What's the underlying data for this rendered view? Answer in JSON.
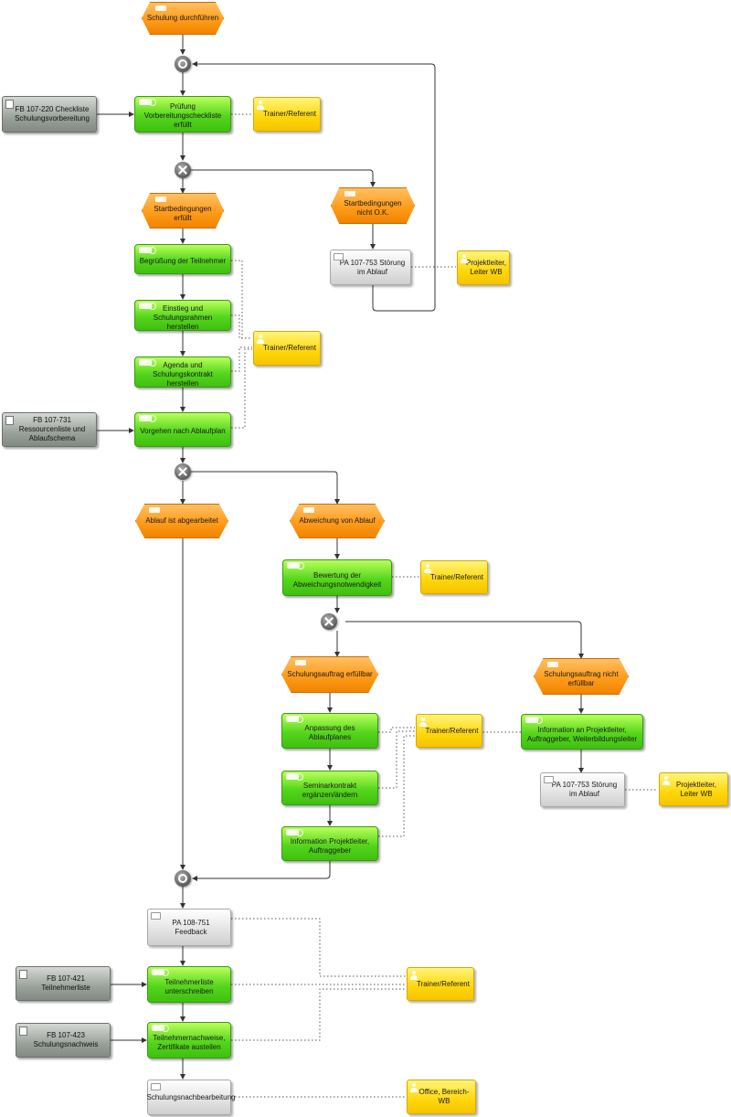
{
  "events": {
    "start": "Schulung durchführen",
    "startbedingungen_erfuellt": "Startbedingungen erfüllt",
    "startbedingungen_nicht_ok": "Startbedingungen nicht O.K.",
    "ablauf_abgearbeitet": "Ablauf ist abgearbeitet",
    "abweichung": "Abweichung von Ablauf",
    "auftrag_erfuellbar": "Schulungsauftrag erfüllbar",
    "auftrag_nicht_erfuellbar": "Schulungsauftrag nicht erfüllbar"
  },
  "functions": {
    "pruefung": "Prüfung Vorbereitungscheckliste erfüllt",
    "begruessung": "Begrüßung der Teilnehmer",
    "einstieg": "Einstieg und Schulungsrahmen herstellen",
    "agenda": "Agenda und Schulungskontrakt herstellen",
    "vorgehen": "Vorgehen nach Ablaufplan",
    "bewertung": "Bewertung der Abweichungsnotwendigkeit",
    "anpassung": "Anpassung des Ablaufplanes",
    "seminarkontrakt": "Seminarkontrakt ergänzen/ändern",
    "info_pl": "Information Projektleiter, Auftraggeber",
    "info_an_pl": "Information an Projektleiter, Auftraggeber, Weiterbildungsleiter",
    "teilnehmerliste": "Teilnehmerliste unterschreiben",
    "teilnehmernachweise": "Teilnehmernachweise, Zertifikate austeilen"
  },
  "processes": {
    "stoerung1": "PA 107-753 Störung im Ablauf",
    "stoerung2": "PA 107-753 Störung im Ablauf",
    "feedback": "PA 108-751 Feedback",
    "nachbearbeitung": "Schulungsnachbearbeitung"
  },
  "documents": {
    "fb220": "FB 107-220 Checkliste Schulungsvorbereitung",
    "fb731": "FB 107-731 Ressourcenliste und Ablaufschema",
    "fb421": "FB 107-421 Teilnehmerliste",
    "fb423": "FB 107-423 Schulungsnachweis"
  },
  "roles": {
    "trainer1": "Trainer/Referent",
    "projektleiter1": "Projektleiter, Leiter WB",
    "trainer2": "Trainer/Referent",
    "trainer3": "Trainer/Referent",
    "trainer4": "Trainer/Referent",
    "projektleiter2": "Projektleiter, Leiter WB",
    "trainer5": "Trainer/Referent",
    "office": "Office, Bereich-WB"
  },
  "colors": {
    "event": "#ff9c1a",
    "function": "#55d61c",
    "role": "#ffd60a",
    "document": "#9aa19a",
    "process": "#e2e2e2",
    "connector": "#333333"
  }
}
